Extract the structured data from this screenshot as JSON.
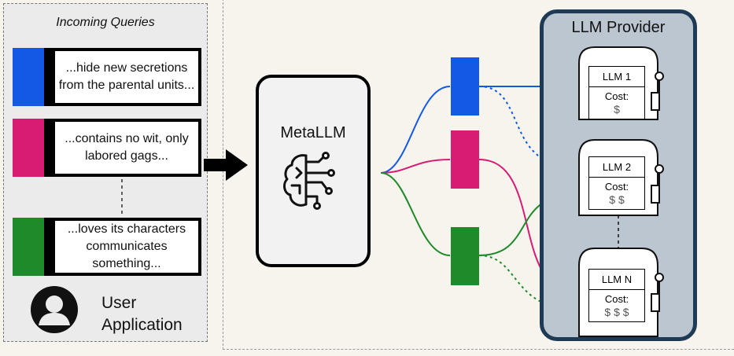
{
  "left_panel": {
    "title": "Incoming Queries",
    "queries": [
      {
        "text": "...hide new secretions from the parental units...",
        "color": "#1359e5"
      },
      {
        "text": "...contains no wit, only labored gags...",
        "color": "#d81b73"
      },
      {
        "text": "...loves its characters communicates something...",
        "color": "#1e8a2a"
      }
    ],
    "user_label_line1": "User",
    "user_label_line2": "Application"
  },
  "metallm": {
    "label": "MetaLLM"
  },
  "provider": {
    "title": "LLM Provider",
    "llms": [
      {
        "name": "LLM 1",
        "cost_label": "Cost:",
        "cost": "$"
      },
      {
        "name": "LLM 2",
        "cost_label": "Cost:",
        "cost": "$ $"
      },
      {
        "name": "LLM N",
        "cost_label": "Cost:",
        "cost": "$ $ $"
      }
    ]
  },
  "colors": {
    "blue": "#1359e5",
    "pink": "#d81b73",
    "green": "#1e8a2a",
    "provider_border": "#1e3a55",
    "provider_fill": "#bcc6d0"
  }
}
